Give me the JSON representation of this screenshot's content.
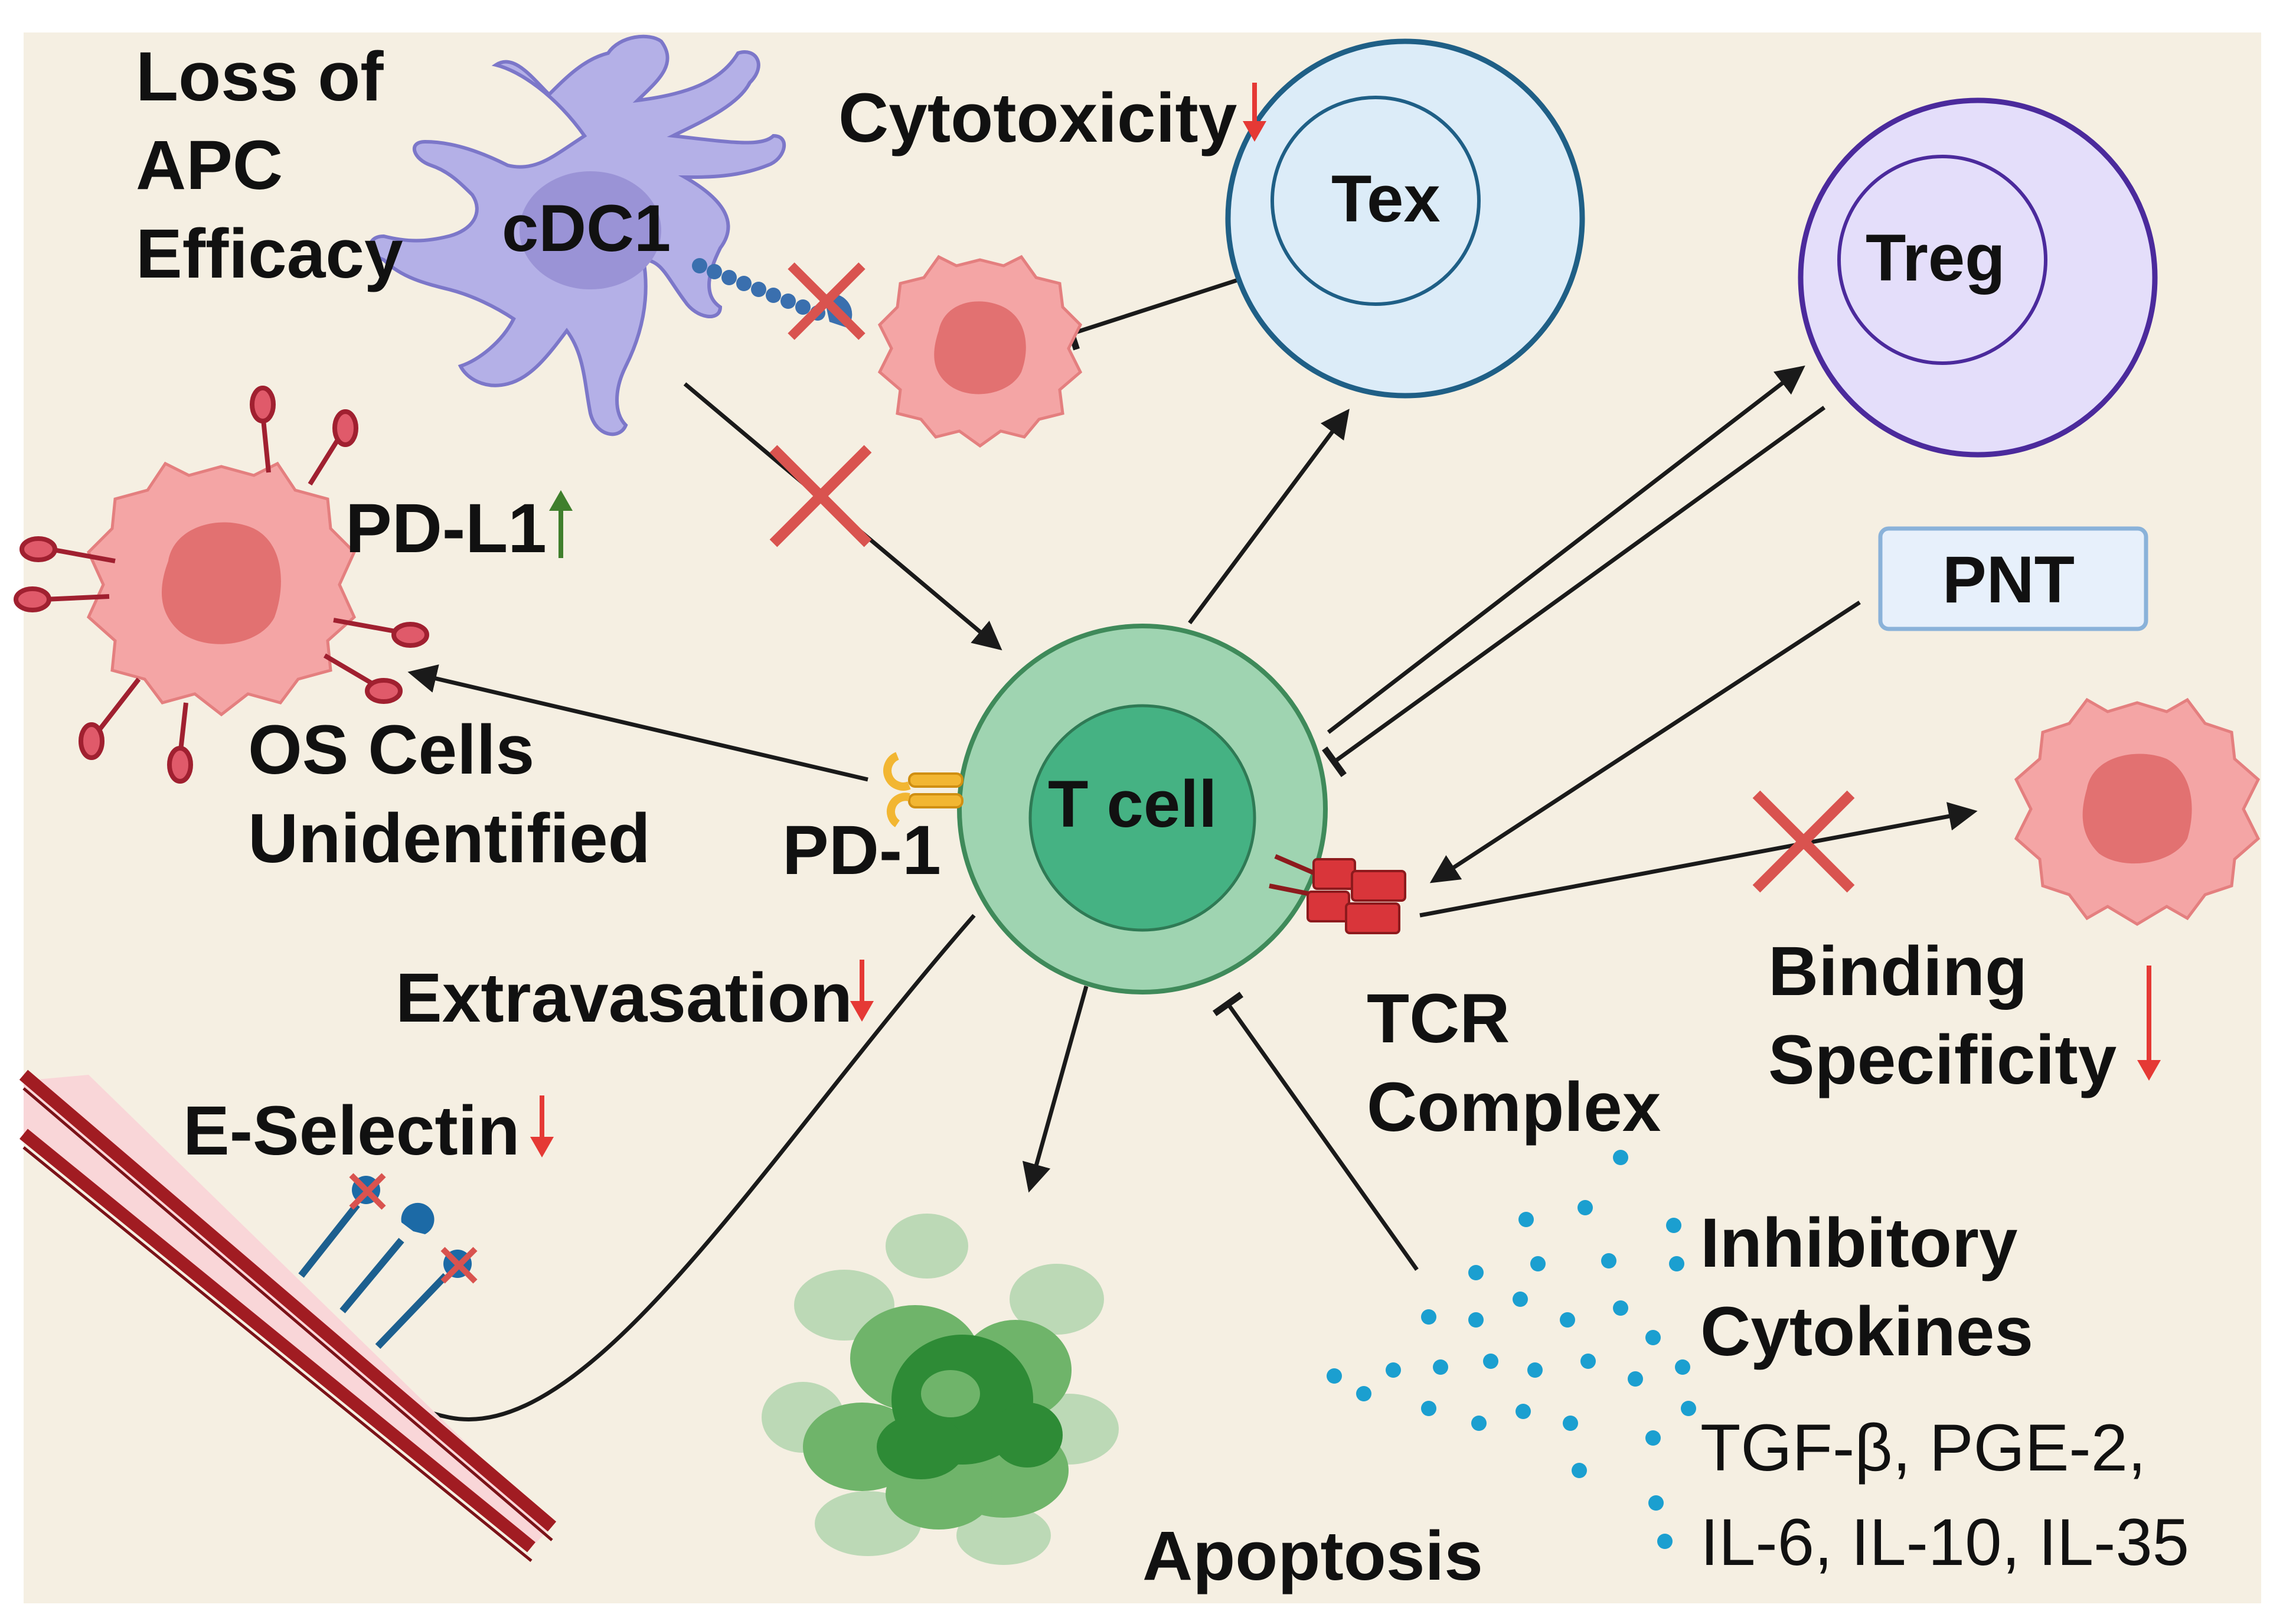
{
  "colors": {
    "background": "#f5efe2",
    "tcell_outer": "#9fd4b1",
    "tcell_inner": "#45b283",
    "tex_fill": "#dcecf8",
    "tex_stroke": "#1f5f86",
    "treg_fill": "#e4defa",
    "treg_stroke": "#4b2a9c",
    "cdc1_fill": "#b4b0e7",
    "tumor_fill": "#f4a5a5",
    "tumor_core": "#e27171",
    "down_arrow": "#e53935",
    "up_arrow": "#3f7f2c",
    "x_mark": "#d9534f",
    "vessel": "#a11c22",
    "vessel_fill": "#f9d6d8",
    "cytokine": "#1b9fd0",
    "apoptosis": "#3d9a3d",
    "pnt_fill": "#e7f0fb",
    "pnt_stroke": "#8ab2d9"
  },
  "cells": {
    "tcell": "T cell",
    "tex": "Tex",
    "treg": "Treg",
    "cdc1": "cDC1",
    "pnt": "PNT"
  },
  "labels": {
    "loss_apc_1": "Loss of",
    "loss_apc_2": "APC",
    "loss_apc_3": "Efficacy",
    "cytotoxicity": "Cytotoxicity",
    "pdl1": "PD-L1",
    "os_cells_1": "OS Cells",
    "os_cells_2": "Unidentified",
    "pd1": "PD-1",
    "extravasation": "Extravasation",
    "e_selectin": "E-Selectin",
    "tcr_1": "TCR",
    "tcr_2": "Complex",
    "binding_1": "Binding",
    "binding_2": "Specificity",
    "inhibitory_1": "Inhibitory",
    "inhibitory_2": "Cytokines",
    "cytokine_list_1": "TGF-β, PGE-2,",
    "cytokine_list_2": "IL-6, IL-10, IL-35",
    "apoptosis": "Apoptosis"
  }
}
